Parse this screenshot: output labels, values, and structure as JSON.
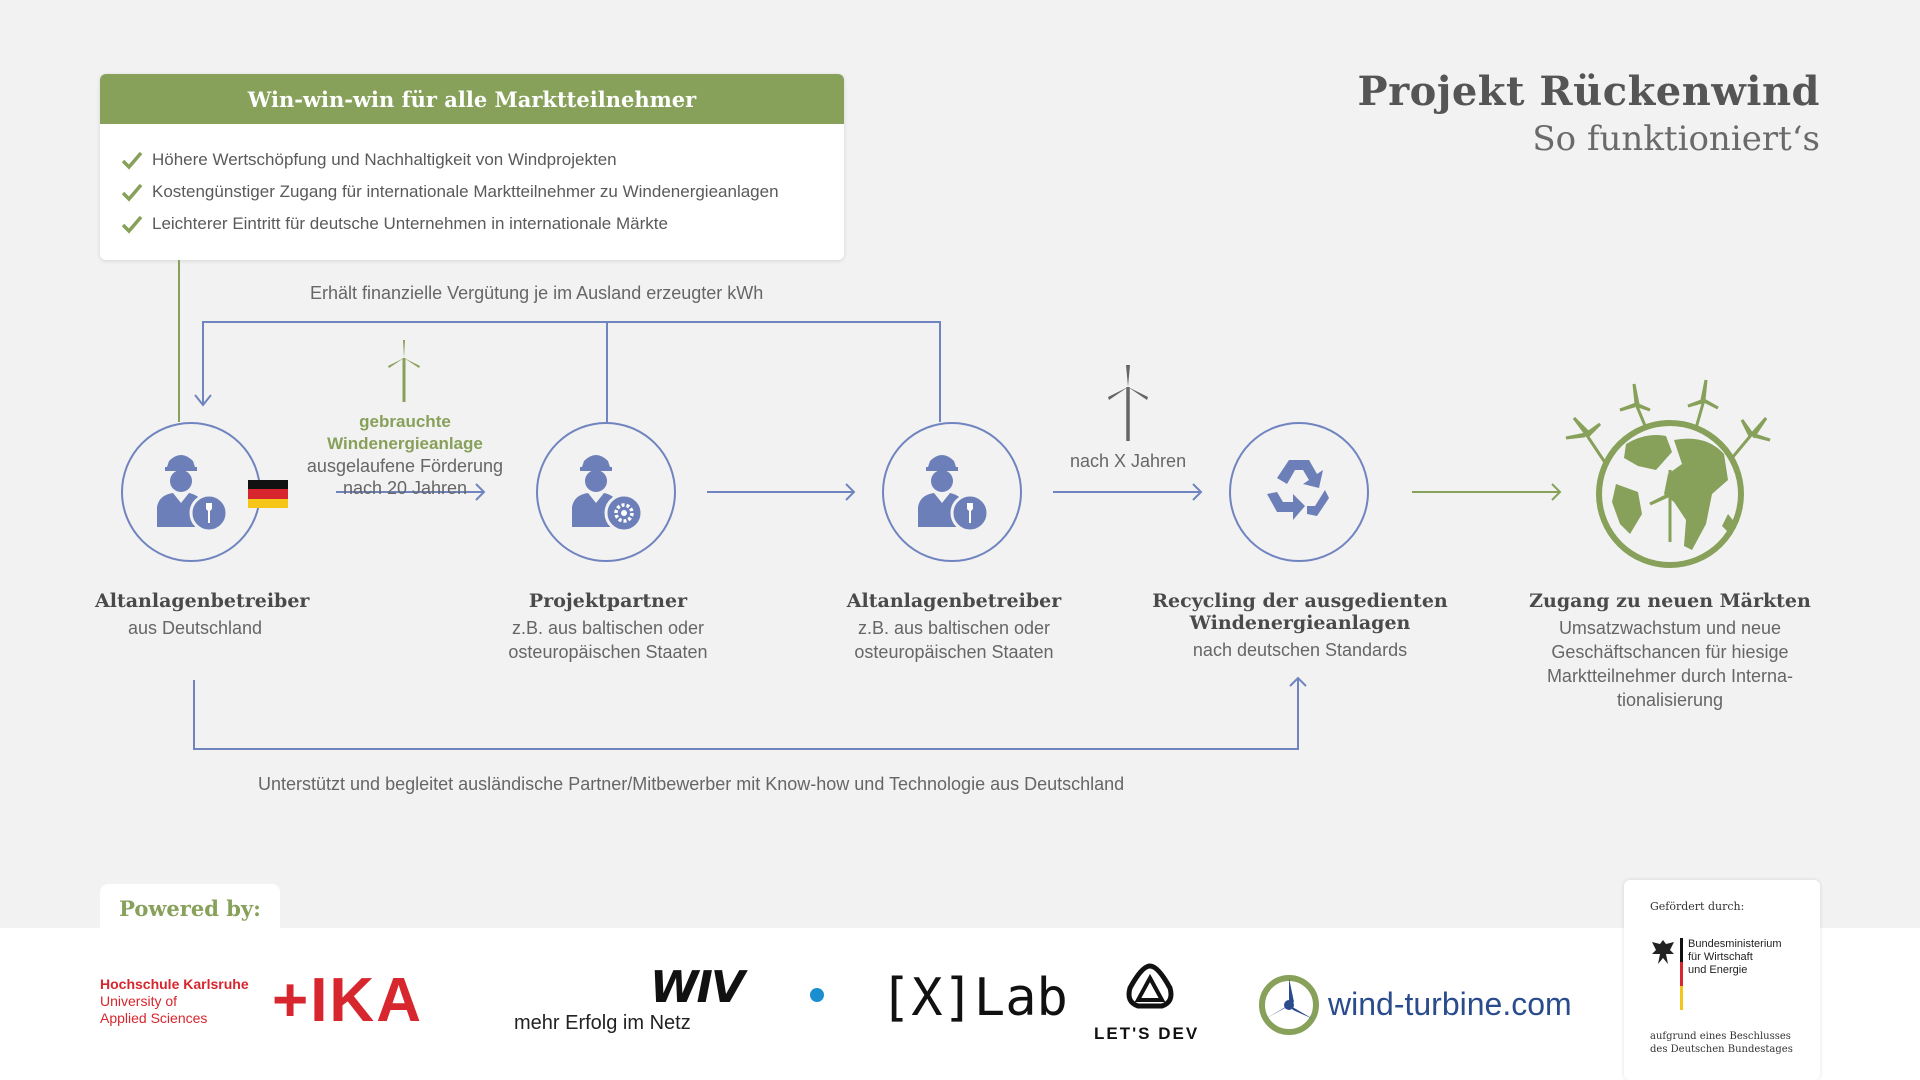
{
  "title": {
    "main": "Projekt Rückenwind",
    "sub": "So funktioniert‘s"
  },
  "benefits": {
    "heading": "Win-win-win für alle Marktteilnehmer",
    "items": [
      "Höhere Wertschöpfung und Nachhaltigkeit von Windprojekten",
      "Kostengünstiger Zugang für internationale Marktteilnehmer zu Windenergieanlagen",
      "Leichterer Eintritt für deutsche Unternehmen in internationale Märkte"
    ]
  },
  "flows": {
    "top_feedback": "Erhält finanzielle Vergütung je im Ausland erzeugter kWh",
    "used_turbine": "gebrauchte Windenergieanlage",
    "expired_funding": "ausgelaufene Förderung",
    "after_20": "nach 20 Jahren",
    "after_x": "nach X Jahren",
    "bottom_support": "Unterstützt und begleitet ausländische Partner/Mitbewerber mit Know-how und Technologie aus Deutschland"
  },
  "nodes": [
    {
      "title": "Altanlagenbetreiber",
      "sub": [
        "aus Deutschland"
      ]
    },
    {
      "title": "Projektpartner",
      "sub": [
        "z.B. aus baltischen oder",
        "osteuropäischen Staaten"
      ]
    },
    {
      "title": "Altanlagenbetreiber",
      "sub": [
        "z.B. aus baltischen oder",
        "osteuropäischen Staaten"
      ]
    },
    {
      "title": "Recycling der ausgedienten",
      "title2": "Windenergieanlagen",
      "sub": [
        "nach deutschen Standards"
      ]
    },
    {
      "title": "Zugang zu neuen Märkten",
      "sub": [
        "Umsatzwachstum und neue",
        "Geschäftschancen für hiesige",
        "Marktteilnehmer durch Interna-",
        "tionalisierung"
      ]
    }
  ],
  "footer": {
    "powered_by": "Powered by:",
    "hka": {
      "line1": "Hochschule Karlsruhe",
      "line2": "University of",
      "line3": "Applied Sciences",
      "logo": "+IKA"
    },
    "wiv": {
      "logo": "WIV",
      "tagline": "mehr Erfolg im Netz"
    },
    "xlab": {
      "logo": "[X]Lab"
    },
    "letsdev": {
      "logo": "LET'S DEV"
    },
    "windturbine": {
      "logo": "wind-turbine.com"
    },
    "gov": {
      "funded_by": "Gefördert durch:",
      "ministry": [
        "Bundesministerium",
        "für Wirtschaft",
        "und Energie"
      ],
      "basis": [
        "aufgrund eines Beschlusses",
        "des Deutschen Bundestages"
      ]
    }
  },
  "colors": {
    "green": "#87a05a",
    "blue": "#7084bf",
    "hka_red": "#d7262d",
    "wt_blue": "#2b4c8c"
  }
}
